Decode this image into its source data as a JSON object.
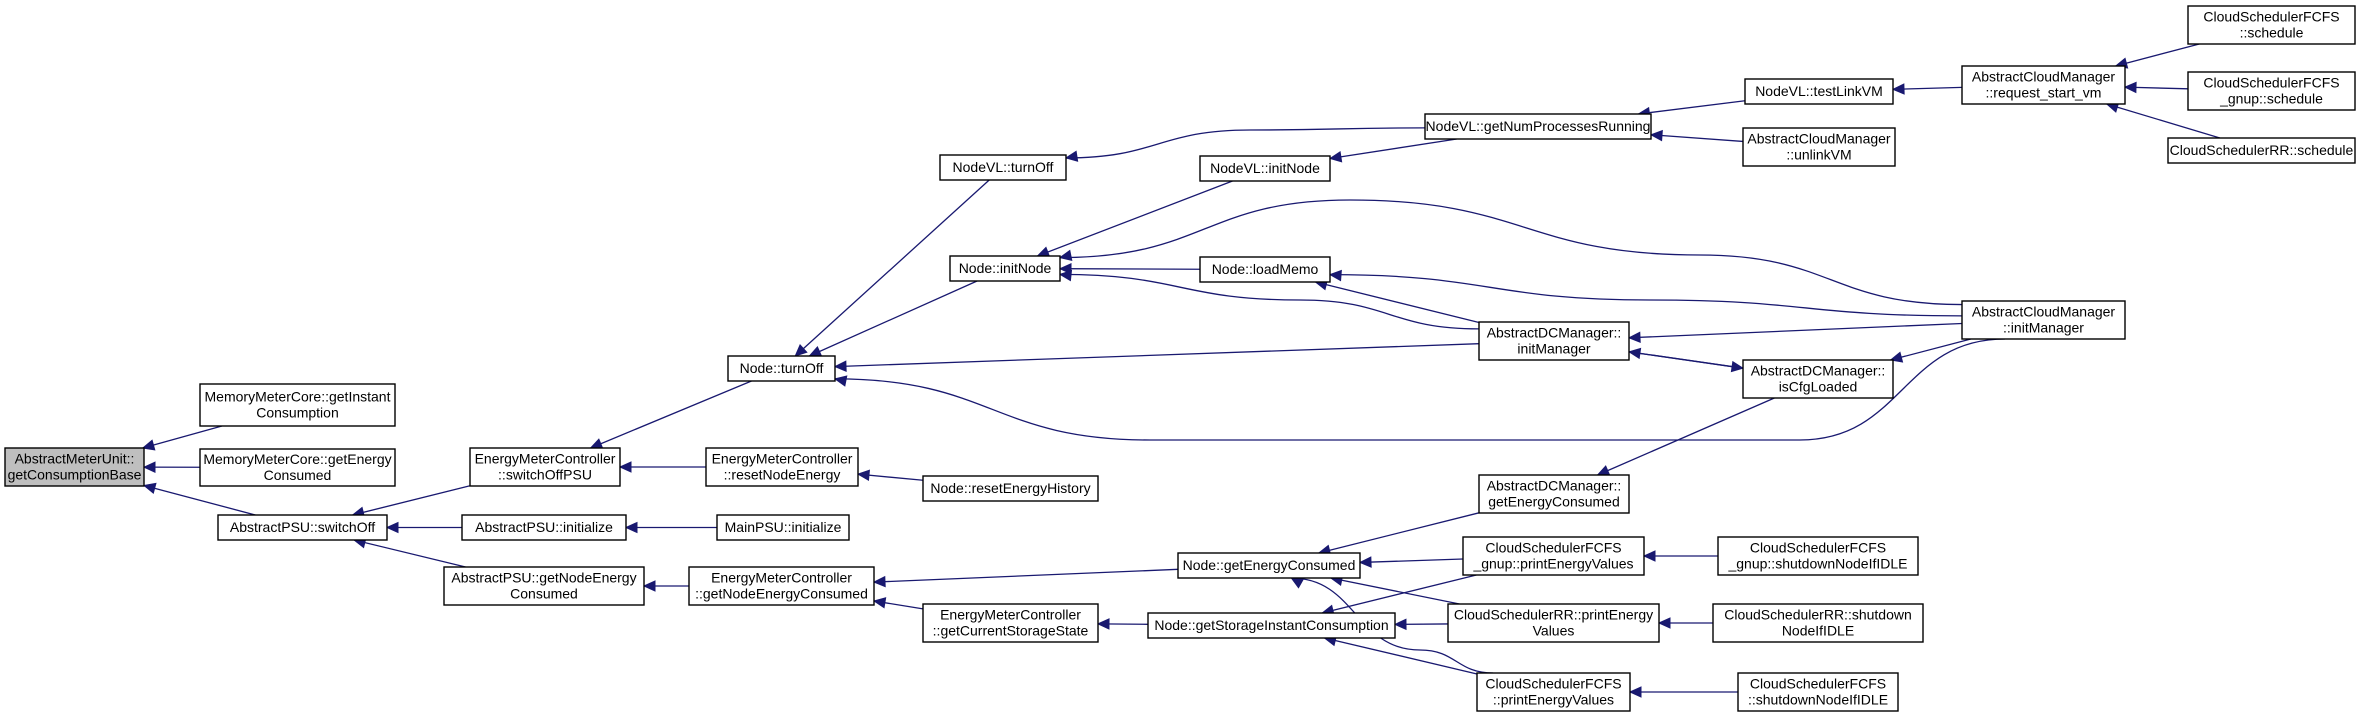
{
  "diagram": {
    "nodes": [
      {
        "id": "amu",
        "lines": [
          "AbstractMeterUnit::",
          "getConsumptionBase"
        ],
        "highlight": true
      },
      {
        "id": "mmc_inst",
        "lines": [
          "MemoryMeterCore::getInstant",
          "Consumption"
        ]
      },
      {
        "id": "mmc_energy",
        "lines": [
          "MemoryMeterCore::getEnergy",
          "Consumed"
        ]
      },
      {
        "id": "psu_switchoff",
        "lines": [
          "AbstractPSU::switchOff"
        ]
      },
      {
        "id": "emc_switchoffpsu",
        "lines": [
          "EnergyMeterController",
          "::switchOffPSU"
        ]
      },
      {
        "id": "psu_initialize",
        "lines": [
          "AbstractPSU::initialize"
        ]
      },
      {
        "id": "psu_getnodeenergy",
        "lines": [
          "AbstractPSU::getNodeEnergy",
          "Consumed"
        ]
      },
      {
        "id": "node_turnoff",
        "lines": [
          "Node::turnOff"
        ]
      },
      {
        "id": "emc_resetnodeenergy",
        "lines": [
          "EnergyMeterController",
          "::resetNodeEnergy"
        ]
      },
      {
        "id": "mainpsu_init",
        "lines": [
          "MainPSU::initialize"
        ]
      },
      {
        "id": "emc_getnodeenergy",
        "lines": [
          "EnergyMeterController",
          "::getNodeEnergyConsumed"
        ]
      },
      {
        "id": "nodevl_turnoff",
        "lines": [
          "NodeVL::turnOff"
        ]
      },
      {
        "id": "node_initnode",
        "lines": [
          "Node::initNode"
        ]
      },
      {
        "id": "node_resethistory",
        "lines": [
          "Node::resetEnergyHistory"
        ]
      },
      {
        "id": "emc_storage",
        "lines": [
          "EnergyMeterController",
          "::getCurrentStorageState"
        ]
      },
      {
        "id": "node_getenergy",
        "lines": [
          "Node::getEnergyConsumed"
        ]
      },
      {
        "id": "node_storageinst",
        "lines": [
          "Node::getStorageInstantConsumption"
        ]
      },
      {
        "id": "nodevl_initnode",
        "lines": [
          "NodeVL::initNode"
        ]
      },
      {
        "id": "node_loadmemo",
        "lines": [
          "Node::loadMemo"
        ]
      },
      {
        "id": "nodevl_getnum",
        "lines": [
          "NodeVL::getNumProcessesRunning"
        ]
      },
      {
        "id": "adcm_initmgr",
        "lines": [
          "AbstractDCManager::",
          "initManager"
        ]
      },
      {
        "id": "adcm_iscfg",
        "lines": [
          "AbstractDCManager::",
          "isCfgLoaded"
        ]
      },
      {
        "id": "adcm_getenergy",
        "lines": [
          "AbstractDCManager::",
          "getEnergyConsumed"
        ]
      },
      {
        "id": "csfg_print",
        "lines": [
          "CloudSchedulerFCFS",
          "_gnup::printEnergyValues"
        ]
      },
      {
        "id": "csrr_print",
        "lines": [
          "CloudSchedulerRR::printEnergy",
          "Values"
        ]
      },
      {
        "id": "csf_print",
        "lines": [
          "CloudSchedulerFCFS",
          "::printEnergyValues"
        ]
      },
      {
        "id": "nodevl_testlink",
        "lines": [
          "NodeVL::testLinkVM"
        ]
      },
      {
        "id": "acm_unlink",
        "lines": [
          "AbstractCloudManager",
          "::unlinkVM"
        ]
      },
      {
        "id": "acm_request",
        "lines": [
          "AbstractCloudManager",
          "::request_start_vm"
        ]
      },
      {
        "id": "acm_initmgr",
        "lines": [
          "AbstractCloudManager",
          "::initManager"
        ]
      },
      {
        "id": "csfg_shutdown",
        "lines": [
          "CloudSchedulerFCFS",
          "_gnup::shutdownNodeIfIDLE"
        ]
      },
      {
        "id": "csrr_shutdown",
        "lines": [
          "CloudSchedulerRR::shutdown",
          "NodeIfIDLE"
        ]
      },
      {
        "id": "csf_shutdown",
        "lines": [
          "CloudSchedulerFCFS",
          "::shutdownNodeIfIDLE"
        ]
      },
      {
        "id": "csf_schedule",
        "lines": [
          "CloudSchedulerFCFS",
          "::schedule"
        ]
      },
      {
        "id": "csfg_schedule",
        "lines": [
          "CloudSchedulerFCFS",
          "_gnup::schedule"
        ]
      },
      {
        "id": "csrr_schedule",
        "lines": [
          "CloudSchedulerRR::schedule"
        ]
      }
    ],
    "edges": [
      [
        "mmc_inst",
        "amu"
      ],
      [
        "mmc_energy",
        "amu"
      ],
      [
        "psu_switchoff",
        "amu"
      ],
      [
        "emc_switchoffpsu",
        "psu_switchoff"
      ],
      [
        "psu_initialize",
        "psu_switchoff"
      ],
      [
        "psu_getnodeenergy",
        "psu_switchoff"
      ],
      [
        "node_turnoff",
        "emc_switchoffpsu"
      ],
      [
        "emc_resetnodeenergy",
        "emc_switchoffpsu"
      ],
      [
        "mainpsu_init",
        "psu_initialize"
      ],
      [
        "emc_getnodeenergy",
        "psu_getnodeenergy"
      ],
      [
        "nodevl_turnoff",
        "node_turnoff"
      ],
      [
        "node_initnode",
        "node_turnoff"
      ],
      [
        "adcm_initmgr",
        "node_turnoff"
      ],
      [
        "acm_initmgr",
        "node_turnoff"
      ],
      [
        "node_resethistory",
        "emc_resetnodeenergy"
      ],
      [
        "node_getenergy",
        "emc_getnodeenergy"
      ],
      [
        "emc_storage",
        "emc_getnodeenergy"
      ],
      [
        "node_storageinst",
        "emc_storage"
      ],
      [
        "nodevl_getnum",
        "nodevl_turnoff"
      ],
      [
        "nodevl_initnode",
        "node_initnode"
      ],
      [
        "node_loadmemo",
        "node_initnode"
      ],
      [
        "adcm_initmgr",
        "node_initnode"
      ],
      [
        "acm_initmgr",
        "node_initnode"
      ],
      [
        "adcm_initmgr",
        "node_loadmemo"
      ],
      [
        "acm_initmgr",
        "node_loadmemo"
      ],
      [
        "nodevl_getnum",
        "nodevl_initnode"
      ],
      [
        "nodevl_testlink",
        "nodevl_getnum"
      ],
      [
        "acm_unlink",
        "nodevl_getnum"
      ],
      [
        "acm_request",
        "nodevl_testlink"
      ],
      [
        "csf_schedule",
        "acm_request"
      ],
      [
        "csfg_schedule",
        "acm_request"
      ],
      [
        "csrr_schedule",
        "acm_request"
      ],
      [
        "adcm_iscfg",
        "adcm_initmgr"
      ],
      [
        "acm_initmgr",
        "adcm_initmgr"
      ],
      [
        "adcm_initmgr",
        "adcm_iscfg"
      ],
      [
        "acm_initmgr",
        "adcm_iscfg"
      ],
      [
        "adcm_getenergy",
        "node_getenergy"
      ],
      [
        "csfg_print",
        "node_getenergy"
      ],
      [
        "csrr_print",
        "node_getenergy"
      ],
      [
        "csf_print",
        "node_getenergy"
      ],
      [
        "csfg_print",
        "node_storageinst"
      ],
      [
        "csrr_print",
        "node_storageinst"
      ],
      [
        "csf_print",
        "node_storageinst"
      ],
      [
        "csfg_shutdown",
        "csfg_print"
      ],
      [
        "csrr_shutdown",
        "csrr_print"
      ],
      [
        "csf_shutdown",
        "csf_print"
      ],
      [
        "adcm_iscfg",
        "adcm_getenergy"
      ]
    ]
  }
}
